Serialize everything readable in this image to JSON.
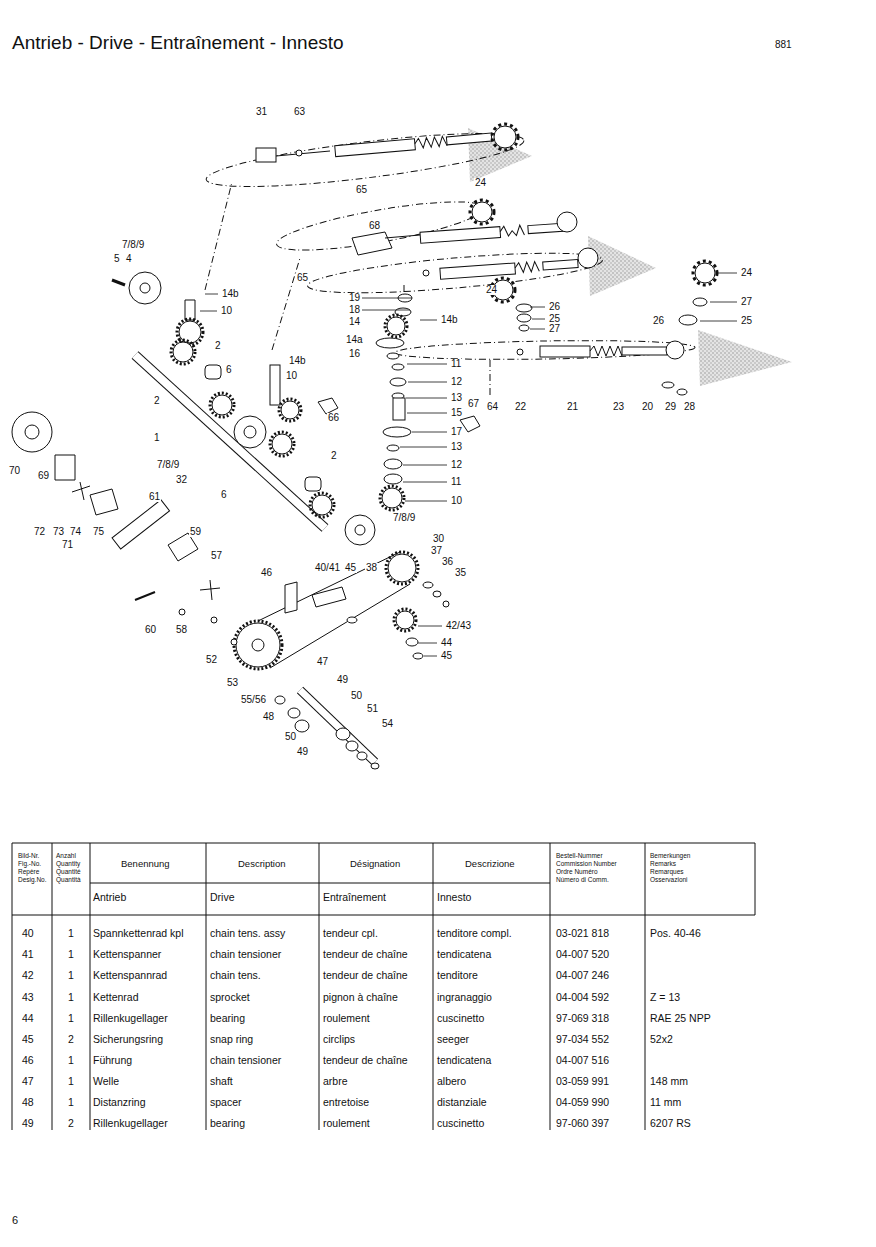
{
  "diagram": {
    "title": "Antrieb - Drive - Entraînement - Innesto",
    "labels": [
      "31",
      "63",
      "24",
      "65",
      "68",
      "7/8/9",
      "5",
      "4",
      "14b",
      "10",
      "65",
      "24",
      "24",
      "27",
      "26",
      "25",
      "27",
      "26",
      "25",
      "19",
      "18",
      "14",
      "14b",
      "14a",
      "16",
      "2",
      "6",
      "14b",
      "10",
      "11",
      "12",
      "13",
      "15",
      "17",
      "2",
      "66",
      "67",
      "64",
      "22",
      "21",
      "23",
      "20",
      "29",
      "28",
      "1",
      "13",
      "12",
      "2",
      "7/8/9",
      "11",
      "32",
      "70",
      "69",
      "6",
      "10",
      "7/8/9",
      "61",
      "72",
      "73",
      "74",
      "75",
      "71",
      "30",
      "59",
      "37",
      "36",
      "35",
      "57",
      "46",
      "40/41",
      "45",
      "38",
      "60",
      "58",
      "42/43",
      "44",
      "45",
      "52",
      "47",
      "53",
      "49",
      "50",
      "55/56",
      "51",
      "48",
      "54",
      "50",
      "49",
      "881",
      "6",
      "Bild-Nr.",
      "Fig.-No.",
      "Repère",
      "Desig.No.",
      "Anzahl",
      "Quantity",
      "Quantité",
      "Quantità",
      "Benennung",
      "Description",
      "Désignation",
      "Descrizione",
      "Bestell-Nummer",
      "Commission Number",
      "Ordre Numéro",
      "Número di Comm.",
      "Bemerkungen",
      "Remarks",
      "Remarques",
      "Osservazioni",
      "Antrieb",
      "Drive",
      "Entraînement",
      "Innesto",
      "40",
      "1",
      "Spannkettenrad kpl",
      "chain tens. assy",
      "tendeur cpl.",
      "tenditore compl.",
      "03-021 818",
      "Pos. 40-46",
      "41",
      "1",
      "Kettenspanner",
      "chain tensioner",
      "tendeur de chaîne",
      "tendicatena",
      "04-007 520",
      "42",
      "1",
      "Kettenspannrad",
      "chain tens.",
      "tendeur de chaîne",
      "tenditore",
      "04-007 246",
      "43",
      "1",
      "Kettenrad",
      "sprocket",
      "pignon à chaîne",
      "ingranaggio",
      "04-004 592",
      "Z = 13",
      "44",
      "1",
      "Rillenkugellager",
      "bearing",
      "roulement",
      "cuscinetto",
      "97-069 318",
      "RAE 25 NPP",
      "45",
      "2",
      "Sicherungsring",
      "snap ring",
      "circlips",
      "seeger",
      "97-034 552",
      "52x2",
      "46",
      "1",
      "Führung",
      "chain tensioner",
      "tendeur de chaîne",
      "tendicatena",
      "04-007 516",
      "47",
      "1",
      "Welle",
      "shaft",
      "arbre",
      "albero",
      "03-059 991",
      "148 mm",
      "48",
      "1",
      "Distanzring",
      "spacer",
      "entretoise",
      "distanziale",
      "04-059 990",
      "11 mm",
      "49",
      "2",
      "Rillenkugellager",
      "bearing",
      "roulement",
      "cuscinetto",
      "97-060 397",
      "6207 RS"
    ]
  }
}
